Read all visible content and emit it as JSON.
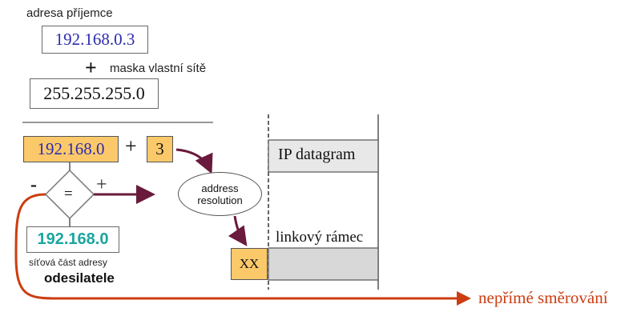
{
  "recipient_label": "adresa příjemce",
  "recipient_ip": "192.168.0.3",
  "plus_sign": "+",
  "own_mask_label": "maska vlastní sítě",
  "mask_value": "255.255.255.0",
  "network_part": "192.168.0",
  "host_part": "3",
  "compare_symbol": "=",
  "minus_sign": "-",
  "equal_plus_sign": "+",
  "address_resolution": "address resolution",
  "ip_datagram": "IP datagram",
  "link_frame": "linkový rámec",
  "xx_label": "XX",
  "sender_network": "192.168.0",
  "sender_network_label": "síťová část adresy",
  "sender_label": "odesilatele",
  "indirect_routing": "nepřímé směrování",
  "colors": {
    "orange_fill": "#fcc96a",
    "gray_fill": "#e0e0e0",
    "ip_blue": "#2b2bb0",
    "teal": "#1aa5a0",
    "arrow_maroon": "#6a1a3c",
    "routing_red": "#cc3d10"
  }
}
